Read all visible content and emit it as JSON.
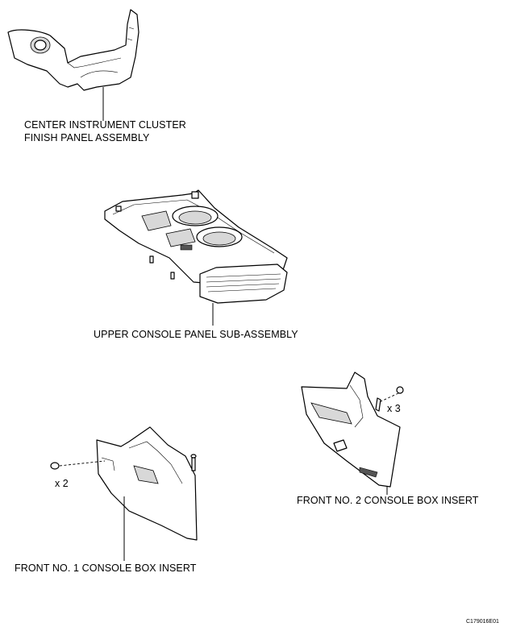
{
  "labels": {
    "center_cluster_line1": "CENTER INSTRUMENT CLUSTER",
    "center_cluster_line2": "FINISH PANEL ASSEMBLY",
    "upper_console": "UPPER CONSOLE PANEL SUB-ASSEMBLY",
    "front_no2": "FRONT NO. 2 CONSOLE BOX INSERT",
    "front_no1": "FRONT NO. 1 CONSOLE BOX INSERT"
  },
  "quantities": {
    "no2_clips": "x 3",
    "no1_clips": "x 2"
  },
  "figure_code": "C179016E01"
}
